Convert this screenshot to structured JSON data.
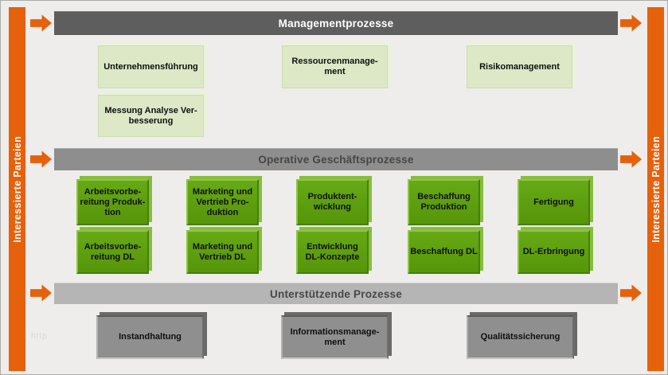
{
  "colors": {
    "orange": "#E6610B",
    "banner_dark": "#5E5E5E",
    "banner_mid": "#8E8E8E",
    "banner_light": "#B5B5B5",
    "green": "#5FA111",
    "green_tab": "#86BE3C",
    "lightgreen": "#DCE8C6",
    "lightgreen_tab": "#EBF2DB",
    "graybox": "#8F8F8F",
    "graybox_tab": "#6A6A6A",
    "bg": "#EEEDEB"
  },
  "sidebars": {
    "left": "Interessierte Parteien",
    "right": "Interessierte Parteien"
  },
  "sections": {
    "management": {
      "banner": "Managementprozesse",
      "boxes": [
        {
          "label": "Unternehmensführung"
        },
        {
          "label": "Ressourcenmanage-\nment"
        },
        {
          "label": "Risikomanagement"
        },
        {
          "label": "Messung Analyse Ver-\nbesserung"
        }
      ]
    },
    "operative": {
      "banner": "Operative Geschäftsprozesse",
      "boxes": [
        {
          "label": "Arbeitsvorbe-\nreitung Produk-\ntion"
        },
        {
          "label": "Marketing und\nVertrieb Pro-\nduktion"
        },
        {
          "label": "Produktent-\nwicklung"
        },
        {
          "label": "Beschaffung\nProduktion"
        },
        {
          "label": "Fertigung"
        },
        {
          "label": "Arbeitsvorbe-\nreitung DL"
        },
        {
          "label": "Marketing und\nVertrieb DL"
        },
        {
          "label": "Entwicklung\nDL-Konzepte"
        },
        {
          "label": "Beschaffung DL"
        },
        {
          "label": "DL-Erbringung"
        }
      ]
    },
    "support": {
      "banner": "Unterstützende Prozesse",
      "boxes": [
        {
          "label": "Instandhaltung"
        },
        {
          "label": "Informationsmanage-\nment"
        },
        {
          "label": "Qualitätssicherung"
        }
      ]
    }
  },
  "watermark": "http"
}
